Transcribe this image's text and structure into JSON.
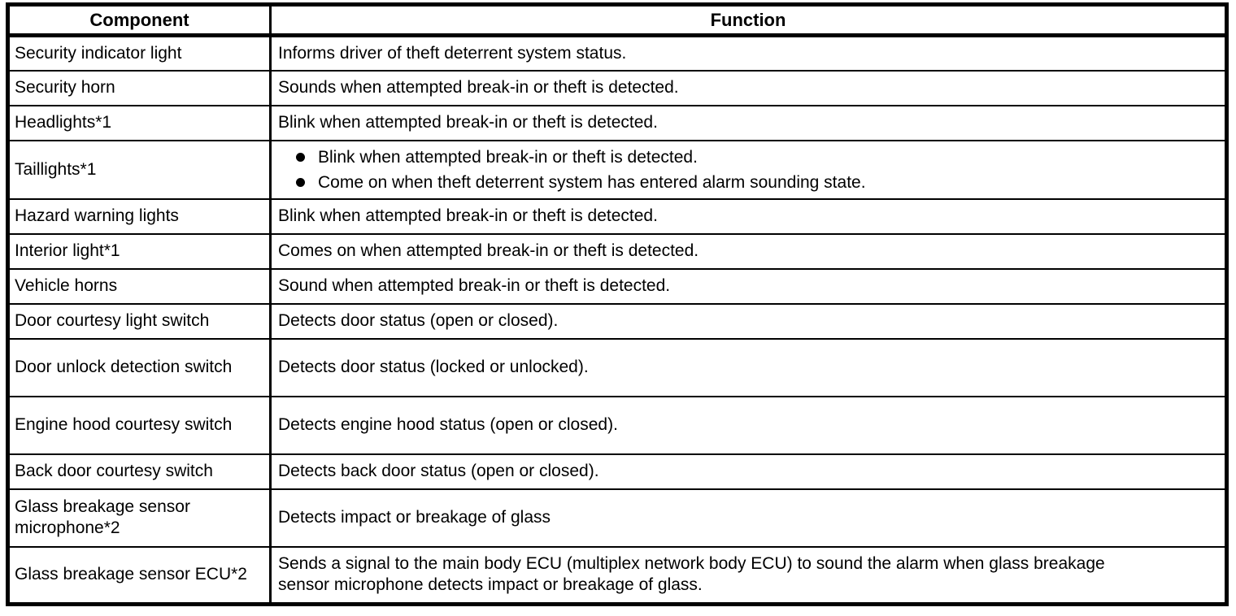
{
  "colors": {
    "border": "#000000",
    "text": "#000000",
    "background": "#ffffff"
  },
  "table": {
    "headers": {
      "component": "Component",
      "function": "Function"
    },
    "rows": [
      {
        "component": "Security indicator light",
        "function": "Informs driver of theft deterrent system status."
      },
      {
        "component": "Security horn",
        "function": "Sounds when attempted break-in or theft is detected."
      },
      {
        "component": "Headlights*1",
        "function": "Blink when attempted break-in or theft is detected."
      },
      {
        "component": "Taillights*1",
        "bullets": [
          "Blink when attempted break-in or theft is detected.",
          "Come on when theft deterrent system has entered alarm sounding state."
        ]
      },
      {
        "component": "Hazard warning lights",
        "function": "Blink when attempted break-in or theft is detected."
      },
      {
        "component": "Interior light*1",
        "function": "Comes on when attempted break-in or theft is detected."
      },
      {
        "component": "Vehicle horns",
        "function": "Sound when attempted break-in or theft is detected."
      },
      {
        "component": "Door courtesy light switch",
        "function": "Detects door status (open or closed)."
      },
      {
        "component": "Door unlock detection switch",
        "function": "Detects door status (locked or unlocked)."
      },
      {
        "component": "Engine hood courtesy switch",
        "function": "Detects engine hood status (open or closed)."
      },
      {
        "component": "Back door courtesy switch",
        "function": "Detects back door status (open or closed)."
      },
      {
        "component": "Glass breakage sensor microphone*2",
        "function": "Detects impact or breakage of glass"
      },
      {
        "component": "Glass breakage sensor ECU*2",
        "function": "Sends a signal to the main body ECU (multiplex network body ECU) to sound the alarm when glass breakage sensor microphone detects impact or breakage of glass."
      }
    ]
  }
}
